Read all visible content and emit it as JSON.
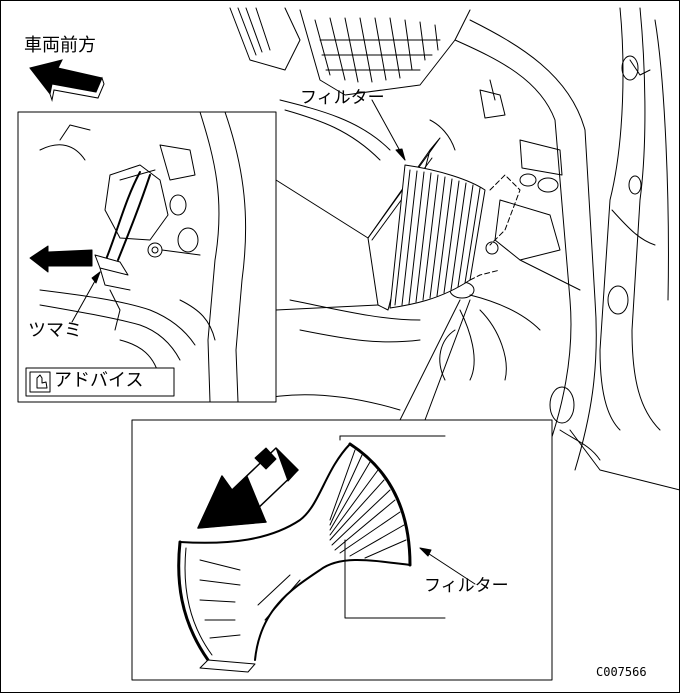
{
  "labels": {
    "front_direction": "車両前方",
    "filter_main": "フィルター",
    "knob": "ツマミ",
    "advice": "アドバイス",
    "filter_detail": "フィルター",
    "figure_code": "C007566"
  },
  "icons": {
    "direction_arrow": "front-arrow-icon",
    "removal_arrow": "removal-arrow-icon",
    "advice_hand": "pointing-hand-icon",
    "install_arrow": "install-arrow-icon"
  },
  "colors": {
    "line": "#000000",
    "background": "#ffffff"
  }
}
